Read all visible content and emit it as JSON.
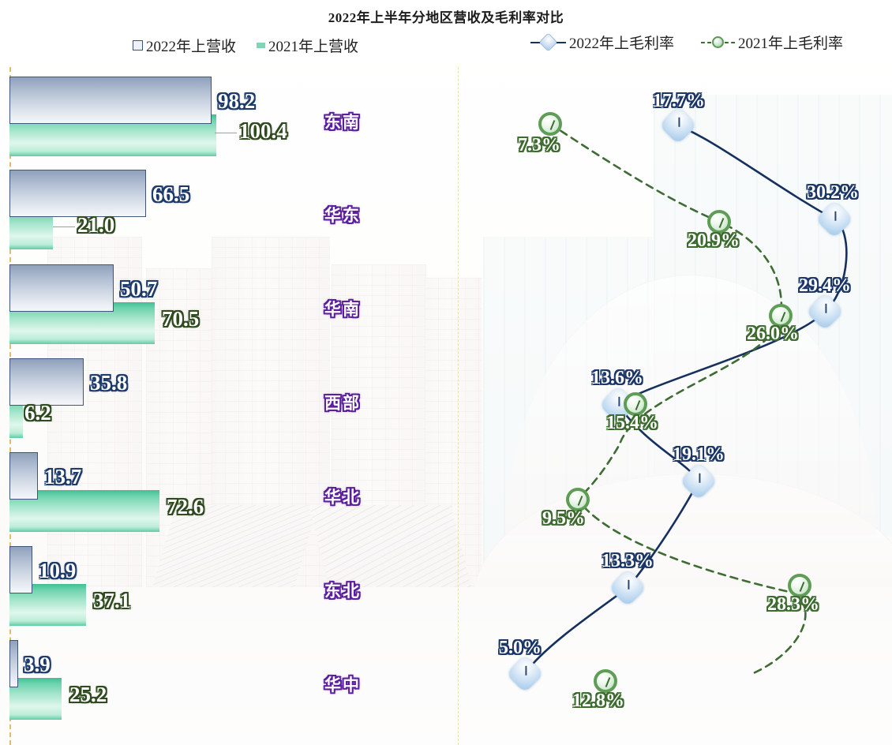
{
  "chart_title": "2022年上半年分地区营收及毛利率对比",
  "legend": {
    "bars": [
      {
        "label": "2022年上营收",
        "swatch": "blue-square-swatch",
        "color": "#41557c"
      },
      {
        "label": "2021年上营收",
        "swatch": "green-square-swatch",
        "color": "#7fd6b4"
      }
    ],
    "lines": [
      {
        "label": "2022年上毛利率",
        "marker": "diamond-marker",
        "style": "solid",
        "color": "#18305c"
      },
      {
        "label": "2021年上毛利率",
        "marker": "circle-marker",
        "style": "dashed",
        "color": "#3f6b34"
      }
    ]
  },
  "chart_data": {
    "type": "bar",
    "title": "2022年上半年分地区营收及毛利率对比",
    "xlabel": "",
    "ylabel": "",
    "categories": [
      "东南",
      "华东",
      "华南",
      "西部",
      "华北",
      "东北",
      "华中"
    ],
    "series": [
      {
        "name": "2022年上营收",
        "type": "bar",
        "color": "#41557c",
        "values": [
          98.2,
          66.5,
          50.7,
          35.8,
          13.7,
          10.9,
          3.9
        ]
      },
      {
        "name": "2021年上营收",
        "type": "bar",
        "color": "#4cc59b",
        "values": [
          100.4,
          21.0,
          70.5,
          6.2,
          72.6,
          37.1,
          25.2
        ]
      },
      {
        "name": "2022年上毛利率",
        "type": "line",
        "color": "#18305c",
        "values": [
          17.7,
          30.2,
          29.4,
          13.6,
          19.1,
          13.3,
          5.0
        ],
        "labels": [
          "17.7%",
          "30.2%",
          "29.4%",
          "13.6%",
          "19.1%",
          "13.3%",
          "5.0%"
        ]
      },
      {
        "name": "2021年上毛利率",
        "type": "line",
        "color": "#3f6b34",
        "values": [
          7.3,
          20.9,
          26.0,
          15.4,
          9.5,
          28.3,
          12.8
        ],
        "labels": [
          "7.3%",
          "20.9%",
          "26.0%",
          "15.4%",
          "9.5%",
          "28.3%",
          "12.8%"
        ]
      }
    ],
    "bar_labels_2022": [
      "98.2",
      "66.5",
      "50.7",
      "35.8",
      "13.7",
      "10.9",
      "3.9"
    ],
    "bar_labels_2021": [
      "100.4",
      "21.0",
      "70.5",
      "6.2",
      "72.6",
      "37.1",
      "25.2"
    ],
    "grid": false,
    "legend_position": "top",
    "orientation": "horizontal"
  }
}
